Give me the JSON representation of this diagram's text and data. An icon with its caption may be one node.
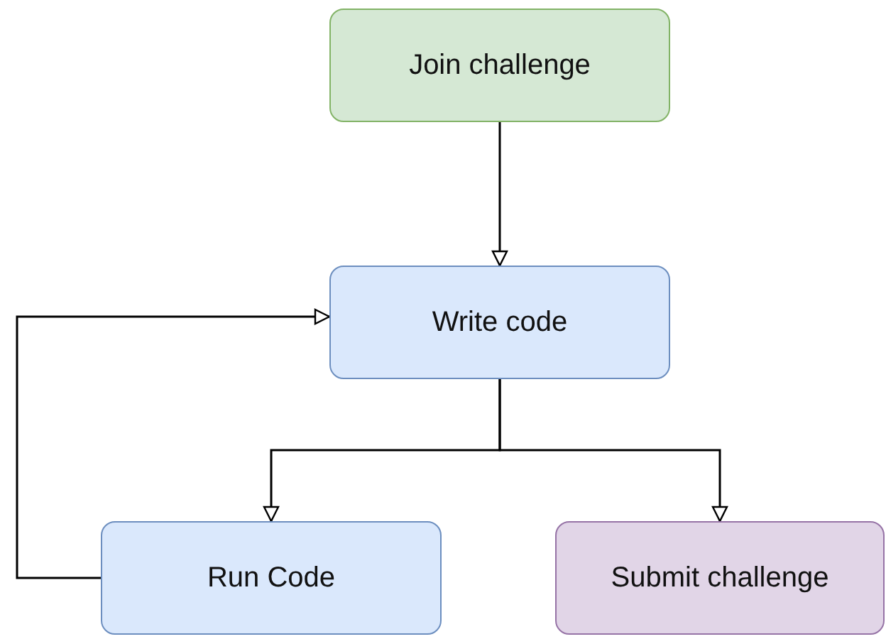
{
  "diagram": {
    "nodes": [
      {
        "text": [
          "Join challenge"
        ]
      },
      {
        "text": [
          "Write code"
        ]
      },
      {
        "text": [
          "Run Code"
        ]
      },
      {
        "text": [
          "Submit challenge"
        ]
      }
    ],
    "edges": [
      {
        "from": 0,
        "to": 1,
        "arrow": "to"
      },
      {
        "from": 1,
        "to": 2,
        "arrow": "to"
      },
      {
        "from": 1,
        "to": 3,
        "arrow": "to"
      },
      {
        "from": 2,
        "to": 1,
        "arrow": "to"
      }
    ]
  }
}
